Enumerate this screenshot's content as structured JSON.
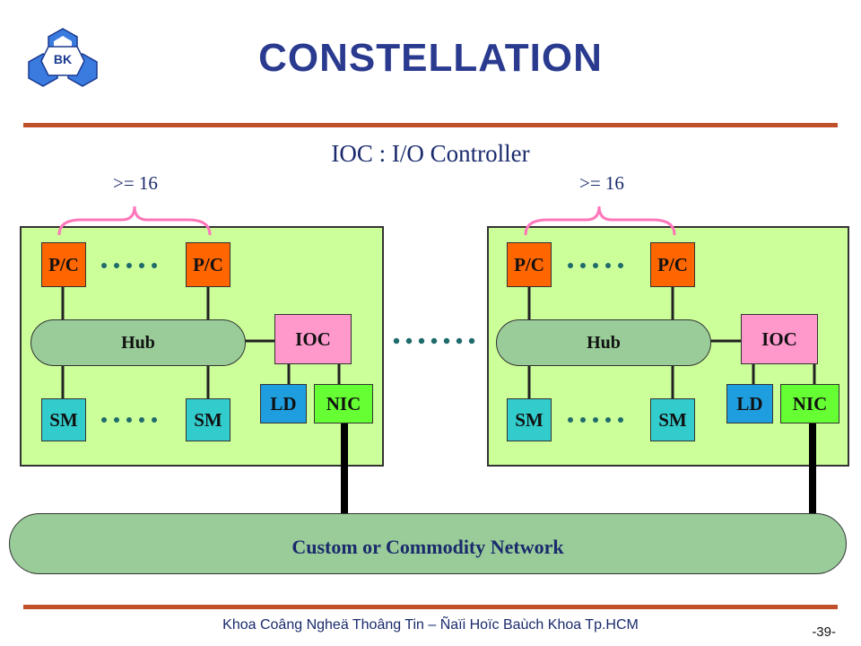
{
  "slide": {
    "title": "CONSTELLATION",
    "logo_text": "BK",
    "subtitle": "IOC : I/O Controller",
    "footer": "Khoa Coâng Ngheä Thoâng Tin – Ñaïi Hoïc Baùch Khoa Tp.HCM",
    "page_number": "-39-"
  },
  "diagram": {
    "network_label": "Custom or Commodity Network",
    "nodes": [
      {
        "count_label": ">= 16",
        "pc_label": "P/C",
        "sm_label": "SM",
        "hub_label": "Hub",
        "ioc_label": "IOC",
        "ld_label": "LD",
        "nic_label": "NIC"
      },
      {
        "count_label": ">= 16",
        "pc_label": "P/C",
        "sm_label": "SM",
        "hub_label": "Hub",
        "ioc_label": "IOC",
        "ld_label": "LD",
        "nic_label": "NIC"
      }
    ],
    "colors": {
      "node_bg": "#ccff99",
      "pc": "#ff6600",
      "sm": "#33cccc",
      "ioc": "#ff99cc",
      "ld": "#1e9ddf",
      "nic": "#66ff33",
      "hub": "#99cc99",
      "brace": "#ff77bb",
      "dots": "#1f6b6b",
      "accent_rule": "#c0502a",
      "title": "#2a3a8f"
    }
  }
}
